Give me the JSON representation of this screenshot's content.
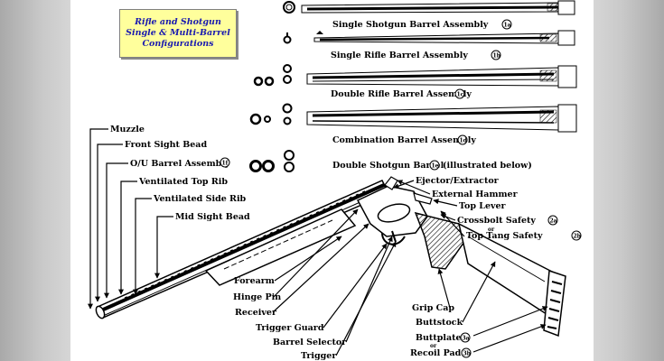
{
  "title": {
    "line1": "Rifle and Shotgun",
    "line2": "Single & Multi-Barrel",
    "line3": "Configurations"
  },
  "assemblies": [
    {
      "label": "Single Shotgun Barrel Assembly",
      "num": "1a"
    },
    {
      "label": "Single Rifle Barrel Assembly",
      "num": "1b"
    },
    {
      "label": "Double Rifle Barrel Assembly",
      "num": "1c"
    },
    {
      "label": "Combination Barrel Assembly",
      "num": "1d"
    },
    {
      "label": "Double Shotgun Barrel",
      "num": "1e",
      "note": "(illustrated below)"
    }
  ],
  "left_labels": {
    "muzzle": "Muzzle",
    "front_sight": "Front Sight Bead",
    "ou_barrel": "O/U Barrel Assembly",
    "ou_barrel_num": "1f",
    "top_rib": "Ventilated Top Rib",
    "side_rib": "Ventilated Side Rib",
    "mid_sight": "Mid Sight Bead"
  },
  "right_labels": {
    "ejector": "Ejector/Extractor",
    "hammer": "External Hammer",
    "top_lever": "Top Lever",
    "crossbolt": "Crossbolt Safety",
    "crossbolt_num": "2a",
    "or1": "or",
    "top_tang": "Top Tang Safety",
    "top_tang_num": "2b"
  },
  "bottom_labels": {
    "forearm": "Forearm",
    "hinge_pin": "Hinge Pin",
    "receiver": "Receiver",
    "trigger_guard": "Trigger Guard",
    "barrel_selector": "Barrel Selector",
    "trigger": "Trigger",
    "grip_cap": "Grip Cap",
    "buttstock": "Buttstock",
    "buttplate": "Buttplate",
    "buttplate_num": "3a",
    "or2": "or",
    "recoil_pad": "Recoil Pad",
    "recoil_pad_num": "3b"
  }
}
